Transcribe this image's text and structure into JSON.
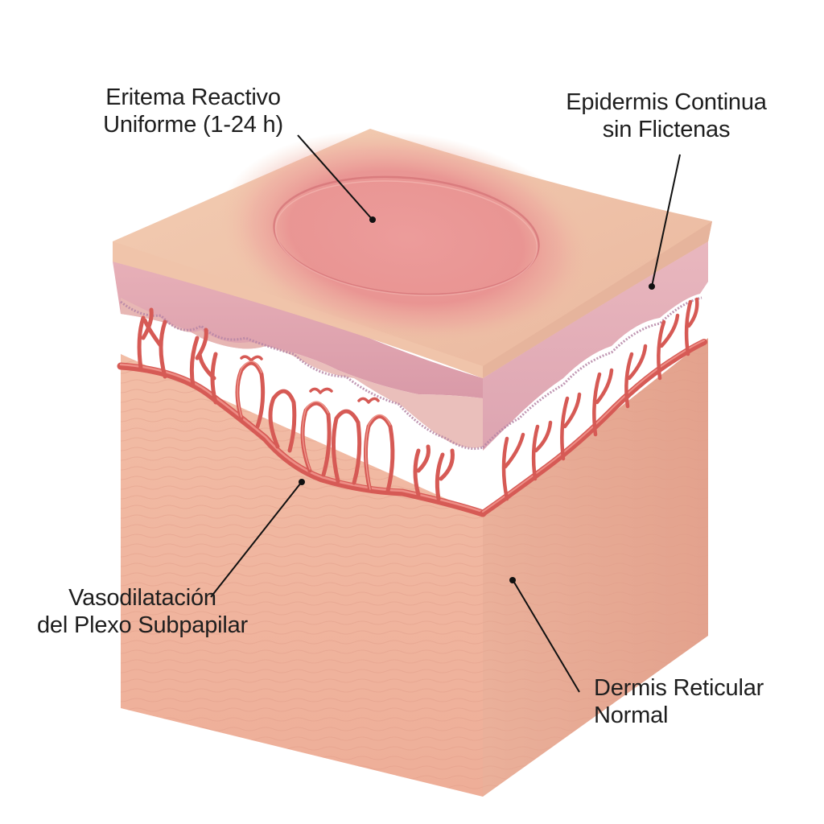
{
  "labels": {
    "erythema": {
      "line1": "Eritema Reactivo",
      "line2": "Uniforme (1-24 h)"
    },
    "epidermis": {
      "line1": "Epidermis Continua",
      "line2": "sin Flictenas"
    },
    "plexus": {
      "line1": "Vasodilatación",
      "line2": "del Plexo Subpapilar"
    },
    "dermis": {
      "line1": "Dermis Reticular",
      "line2": "Normal"
    }
  },
  "colors": {
    "background": "#ffffff",
    "skin_surface": "#f0c3a6",
    "erythema": "#e8848a",
    "epidermis_band": "#d9a0ad",
    "basal_line": "#b585a6",
    "dermis": "#f2b9a3",
    "vessel": "#d65a55",
    "leader_line": "#111111"
  }
}
